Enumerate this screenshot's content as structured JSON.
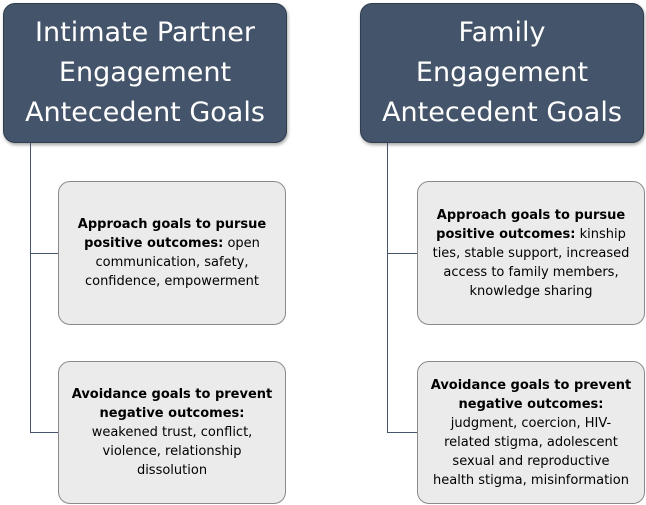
{
  "colors": {
    "header_fill": "#44546a",
    "header_text": "#ffffff",
    "card_fill": "#ebebeb",
    "card_border": "#8a8a8a",
    "connector": "#44546a"
  },
  "columns": [
    {
      "title_lines": [
        "Intimate Partner",
        "Engagement",
        "Antecedent Goals"
      ],
      "approach": {
        "bold_lines": [
          "Approach goals to pursue",
          "positive outcomes:"
        ],
        "mixed_tail": " open",
        "text_lines": [
          "communication, safety,",
          "confidence, empowerment"
        ]
      },
      "avoidance": {
        "bold_lines": [
          "Avoidance goals to prevent",
          "negative outcomes:"
        ],
        "text_lines": [
          "weakened trust, conflict,",
          "violence, relationship",
          "dissolution"
        ]
      }
    },
    {
      "title_lines": [
        "Family",
        "Engagement",
        "Antecedent Goals"
      ],
      "approach": {
        "bold_lines": [
          "Approach goals to pursue",
          "positive outcomes:"
        ],
        "mixed_tail": " kinship",
        "text_lines": [
          "ties, stable support, increased",
          "access to family members,",
          "knowledge sharing"
        ]
      },
      "avoidance": {
        "bold_lines": [
          "Avoidance goals to prevent",
          "negative outcomes:"
        ],
        "text_lines": [
          "judgment, coercion, HIV-",
          "related stigma, adolescent",
          "sexual and reproductive",
          "health stigma, misinformation"
        ]
      }
    }
  ]
}
